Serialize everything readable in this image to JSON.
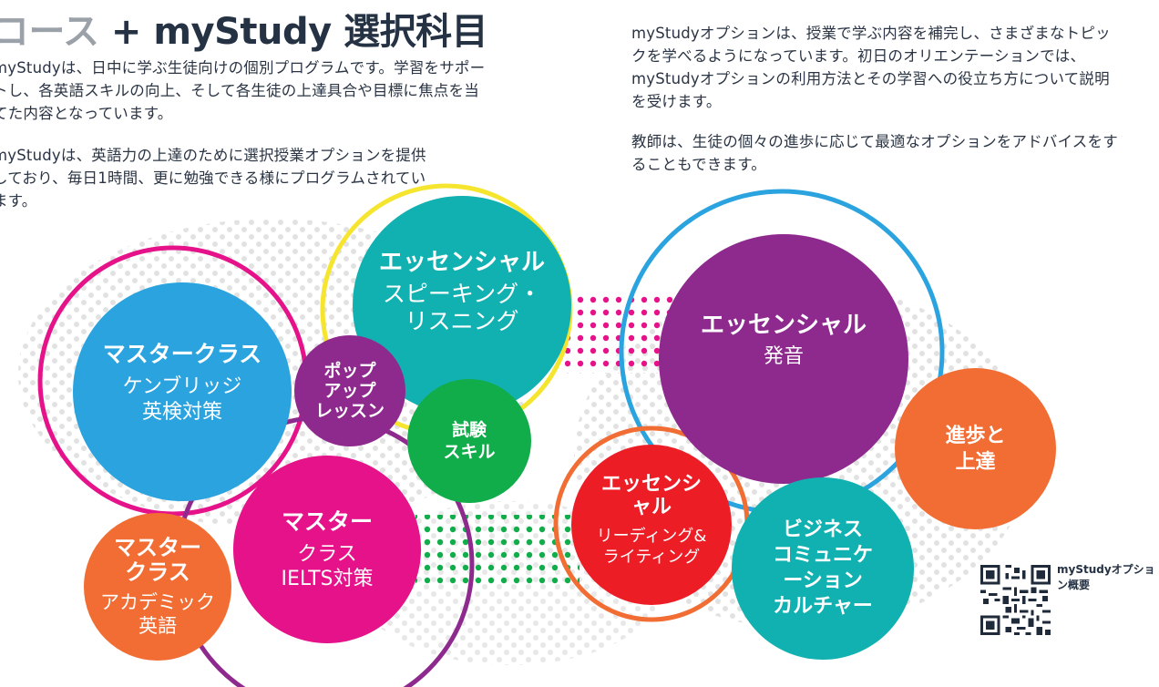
{
  "header": {
    "title_part1": "コース",
    "title_part2": " + myStudy 選択科目"
  },
  "intro": {
    "paragraph1": "myStudyは、日中に学ぶ生徒向けの個別プログラムです。学習をサポートし、各英語スキルの向上、そして各生徒の上達具合や目標に焦点を当てた内容となっています。",
    "paragraph2": "myStudyは、英語力の上達のために選択授業オプションを提供しており、毎日1時間、更に勉強できる様にプログラムされています。",
    "paragraph3": "myStudyオプションは、授業で学ぶ内容を補完し、さまざまなトピックを学べるようになっています。初日のオリエンテーションでは、myStudyオプションの利用方法とその学習への役立ち方について説明を受けます。",
    "paragraph4": "教師は、生徒の個々の進歩に応じて最適なオプションをアドバイスをすることもできます。"
  },
  "bubbles": {
    "masterclass_cambridge": {
      "title": "マスタークラス",
      "sub1": "ケンブリッジ",
      "sub2": "英検対策"
    },
    "popup": {
      "line1": "ポップ",
      "line2": "アップ",
      "line3": "レッスン"
    },
    "essential_speaking": {
      "title": "エッセンシャル",
      "sub1": "スピーキング・",
      "sub2": "リスニング"
    },
    "exam_skills": {
      "line1": "試験",
      "line2": "スキル"
    },
    "masterclass_ielts": {
      "title": "マスター",
      "sub1": "クラス",
      "sub2": "IELTS対策"
    },
    "masterclass_academic": {
      "title1": "マスター",
      "title2": "クラス",
      "sub1": "アカデミック",
      "sub2": "英語"
    },
    "essential_pronunciation": {
      "title": "エッセンシャル",
      "sub1": "発音"
    },
    "progress": {
      "line1": "進歩と",
      "line2": "上達"
    },
    "essential_reading": {
      "title1": "エッセンシ",
      "title2": "ャル",
      "sub1": "リーディング&",
      "sub2": "ライティング"
    },
    "business": {
      "line1": "ビジネス",
      "line2": "コミュニケ",
      "line3": "ーション",
      "line4": "カルチャー"
    }
  },
  "qr": {
    "label": "myStudyオプション概要"
  },
  "colors": {
    "blue": "#2aa3df",
    "magenta": "#e5128a",
    "purple": "#8e2a8e",
    "teal": "#12b1b1",
    "green": "#11ad4a",
    "orange": "#f16d33",
    "red": "#ec1d24",
    "yellow": "#f6e52f",
    "navy": "#253244"
  }
}
